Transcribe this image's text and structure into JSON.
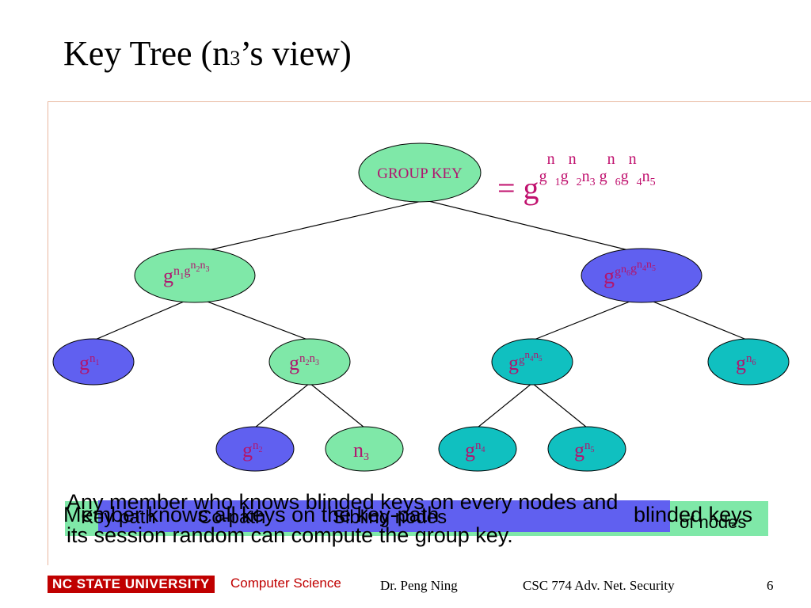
{
  "slide": {
    "title_main": "Key Tree (n",
    "title_sub": "3",
    "title_rest": "’s view)"
  },
  "group_key": {
    "label": "GROUP KEY",
    "formula": "= g",
    "exponent": "gn1gn2n3 gn6gn4n5"
  },
  "nodes": [
    {
      "id": "l1-left",
      "base": "g",
      "exp": "n1gn2n3",
      "color": "#7fe8a8"
    },
    {
      "id": "l1-right",
      "base": "g",
      "exp": "gn6gn4n5",
      "color": "#6060f0"
    },
    {
      "id": "l2-a",
      "base": "g",
      "exp": "n1",
      "color": "#6060f0"
    },
    {
      "id": "l2-b",
      "base": "g",
      "exp": "n2n3",
      "color": "#7fe8a8"
    },
    {
      "id": "l2-c",
      "base": "g",
      "exp": "gn4n5",
      "color": "#10c0c0"
    },
    {
      "id": "l2-d",
      "base": "g",
      "exp": "n6",
      "color": "#10c0c0"
    },
    {
      "id": "l3-a",
      "base": "g",
      "exp": "n2",
      "color": "#6060f0"
    },
    {
      "id": "l3-b",
      "base": "n",
      "exp": "3",
      "color": "#7fe8a8"
    },
    {
      "id": "l3-c",
      "base": "g",
      "exp": "n4",
      "color": "#10c0c0"
    },
    {
      "id": "l3-d",
      "base": "g",
      "exp": "n5",
      "color": "#10c0c0"
    }
  ],
  "overlays": {
    "line1": "Any member who knows blinded keys on every nodes and",
    "line2": "its session random can compute the group key.",
    "box1": "Member knows all keys on the key-path",
    "box2": "Key path",
    "box3": "Co-path",
    "box4": "Sibling nodes",
    "box5": "blinded keys",
    "box6": "of nodes"
  },
  "footer": {
    "university": "NC STATE UNIVERSITY",
    "department": "Computer Science",
    "author": "Dr. Peng Ning",
    "course": "CSC 774 Adv. Net. Security",
    "page": "6"
  },
  "colors": {
    "green": "#7fe8a8",
    "blue": "#6060f0",
    "teal": "#10c0c0",
    "magenta": "#c0116e",
    "red": "#c00000"
  }
}
